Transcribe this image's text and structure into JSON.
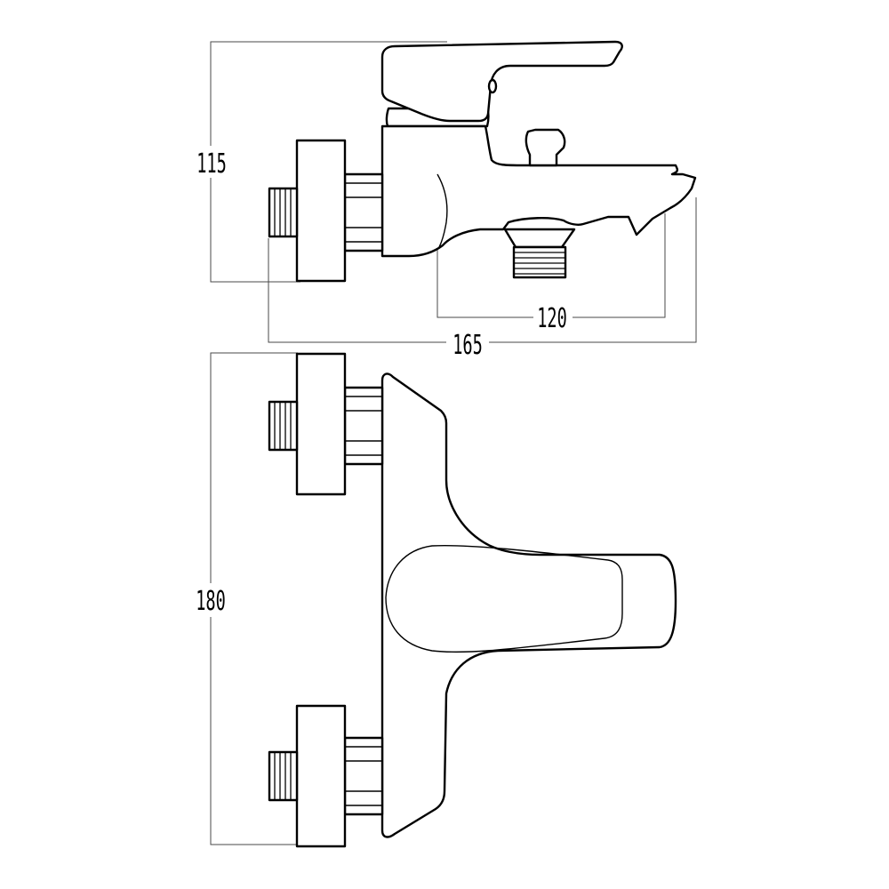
{
  "dimensions": {
    "height_side_view": "115",
    "spout_reach": "120",
    "overall_depth": "165",
    "inlet_centers": "180"
  }
}
